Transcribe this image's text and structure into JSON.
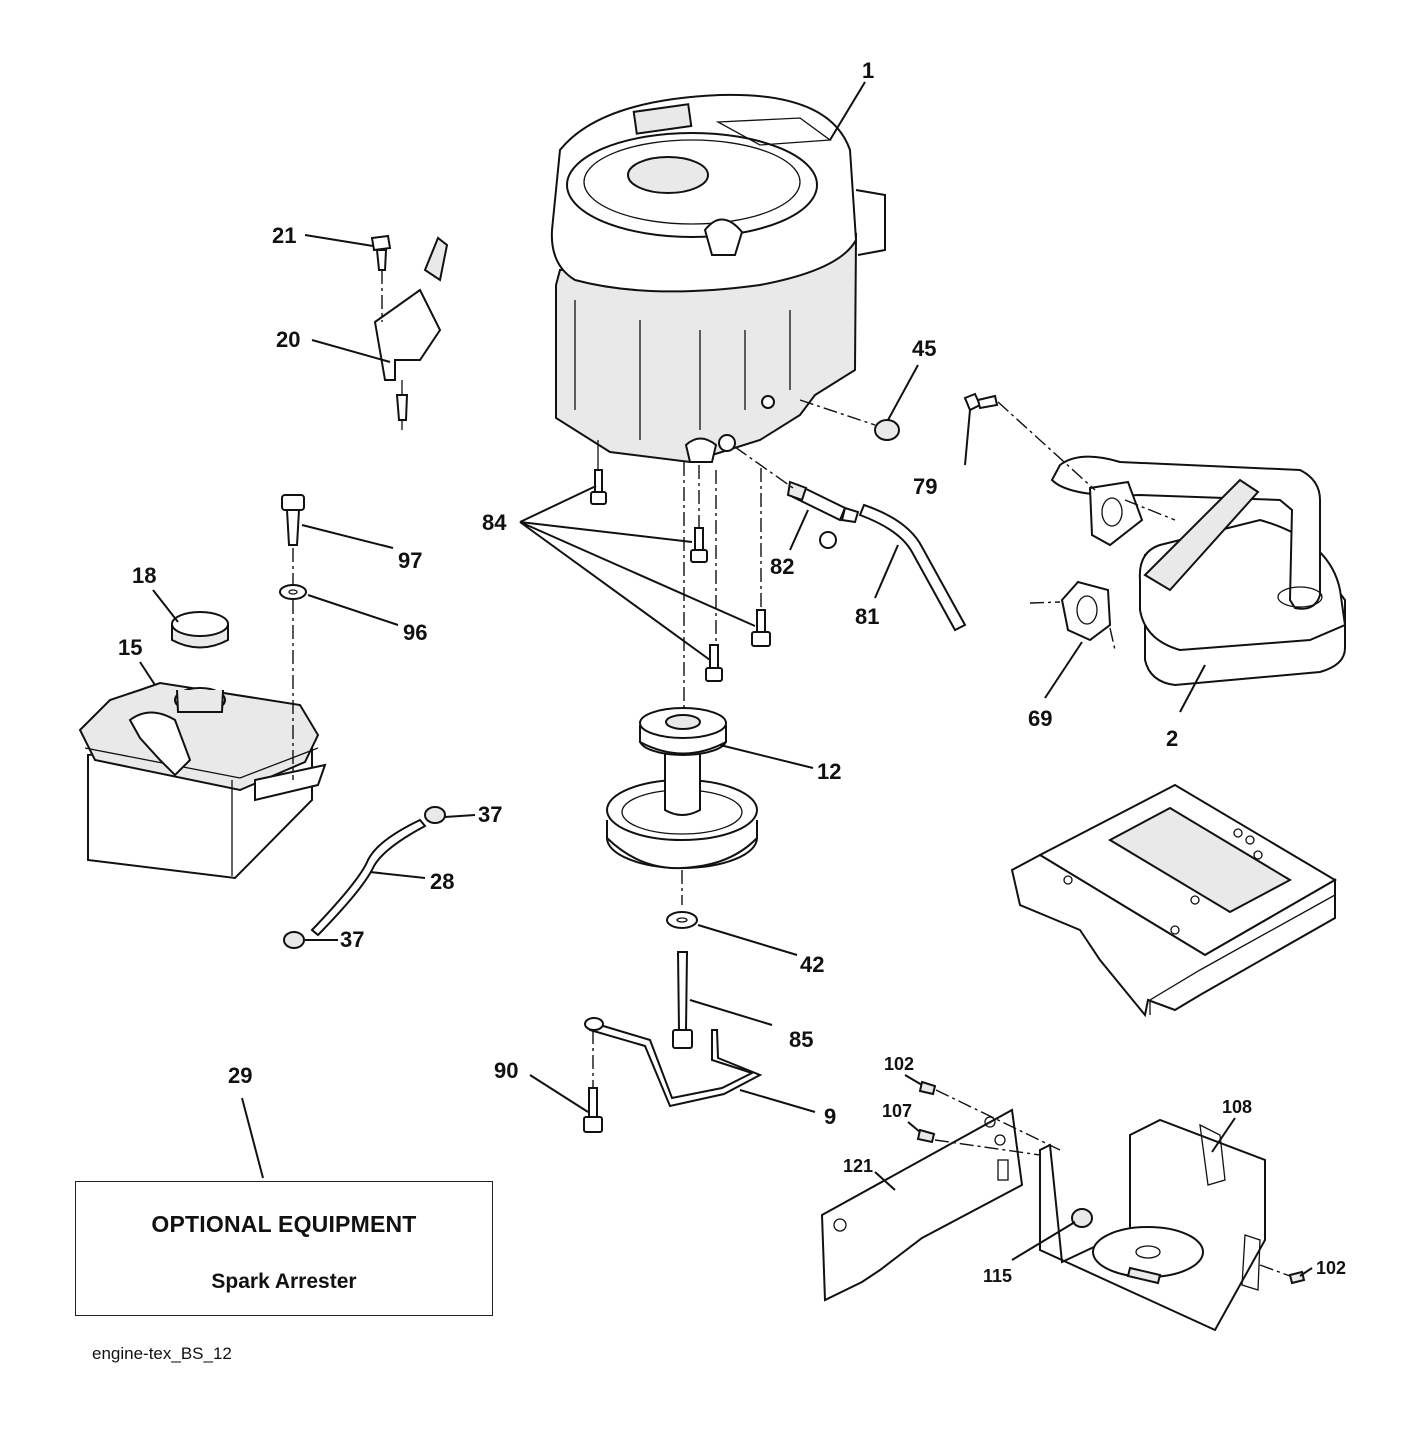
{
  "diagram": {
    "caption": "engine-tex_BS_12",
    "optional_box": {
      "title": "OPTIONAL EQUIPMENT",
      "subtitle": "Spark Arrester"
    },
    "labels": {
      "p1": "1",
      "p2": "2",
      "p9": "9",
      "p12": "12",
      "p15": "15",
      "p18": "18",
      "p20": "20",
      "p21": "21",
      "p28": "28",
      "p29": "29",
      "p37a": "37",
      "p37b": "37",
      "p42": "42",
      "p45": "45",
      "p69": "69",
      "p79": "79",
      "p81": "81",
      "p82": "82",
      "p84": "84",
      "p85": "85",
      "p90": "90",
      "p96": "96",
      "p97": "97",
      "p102a": "102",
      "p102b": "102",
      "p107": "107",
      "p108": "108",
      "p115": "115",
      "p121": "121"
    }
  }
}
